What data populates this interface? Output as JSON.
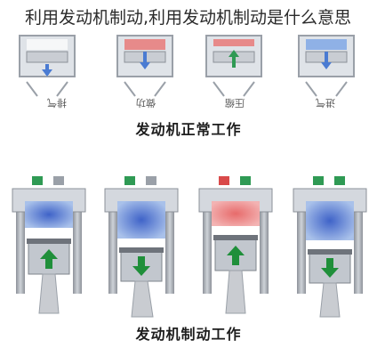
{
  "question": {
    "text": "利用发动机制动,利用发动机制动是什么意思"
  },
  "diagram_top": {
    "caption": "发动机正常工作",
    "strokes": [
      "排气",
      "做功",
      "压缩",
      "进气"
    ]
  },
  "diagram_bottom": {
    "caption": "发动机制动工作"
  },
  "colors": {
    "exhaust_red": "#e78a8a",
    "intake_blue": "#6f9bd8",
    "arrow_green": "#1f8f3a",
    "piston_gray": "#bfc4cc"
  }
}
